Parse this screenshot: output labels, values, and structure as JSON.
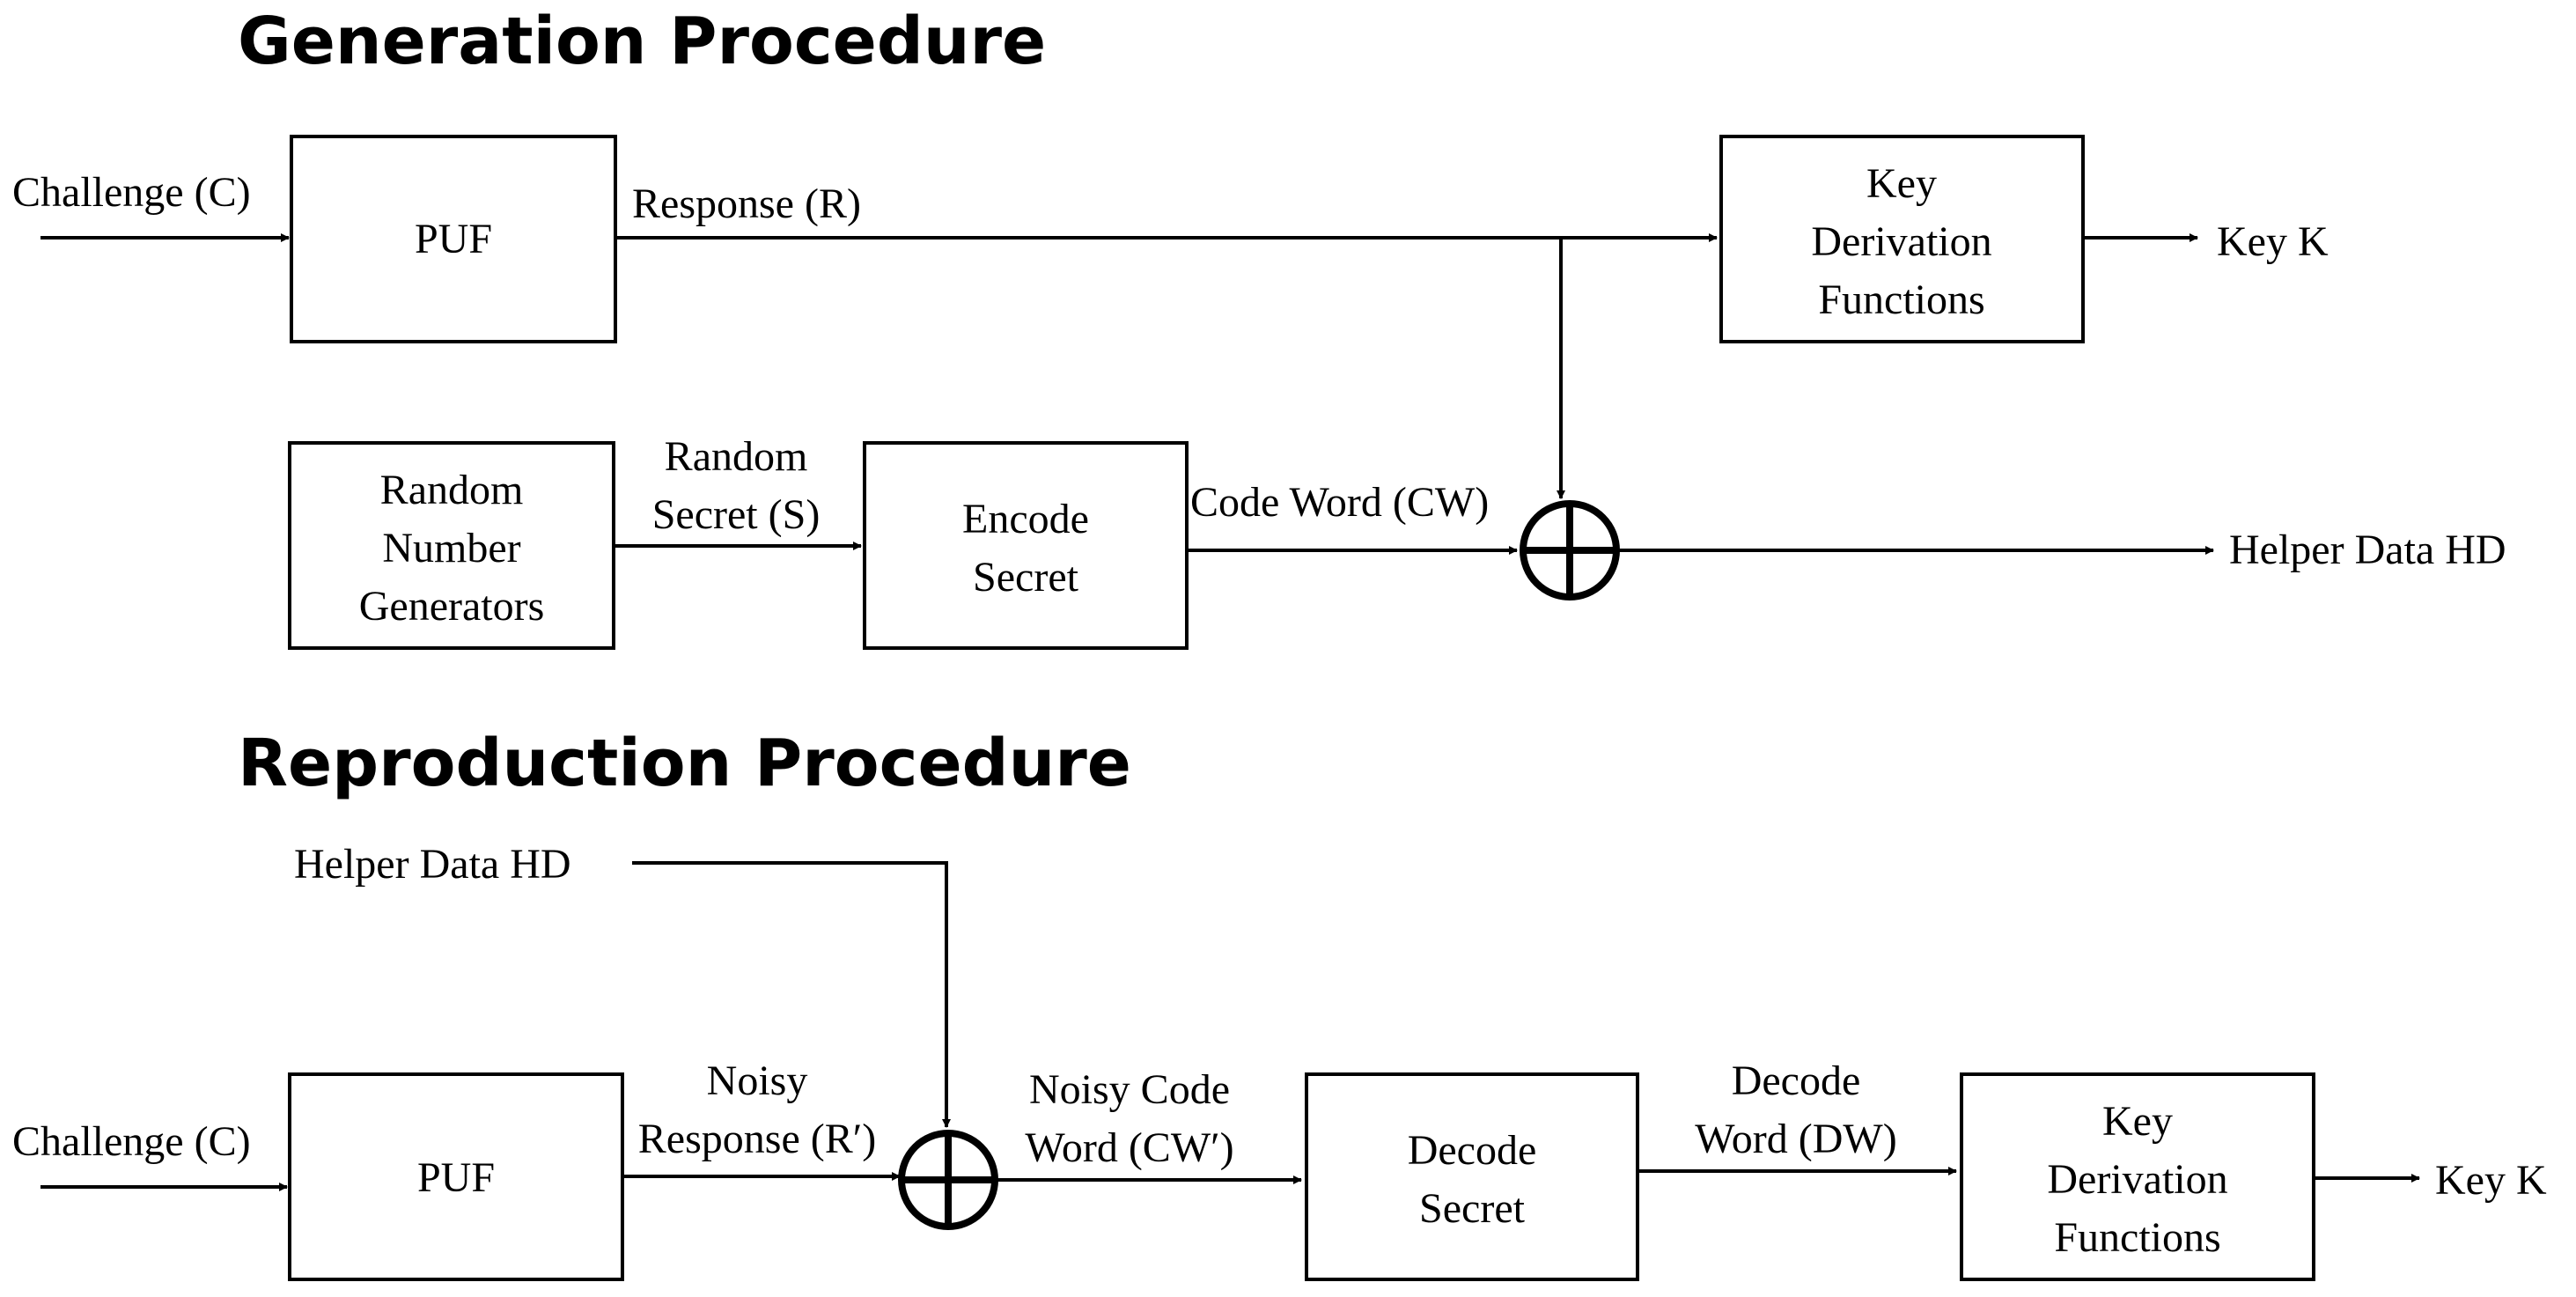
{
  "generation": {
    "title": "Generation Procedure",
    "challenge_label": "Challenge (C)",
    "puf_label": "PUF",
    "response_label": "Response (R)",
    "kdf_lines": [
      "Key",
      "Derivation",
      "Functions"
    ],
    "key_label": "Key K",
    "rng_lines": [
      "Random",
      "Number",
      "Generators"
    ],
    "random_secret_lines": [
      "Random",
      "Secret (S)"
    ],
    "encode_lines": [
      "Encode",
      "Secret"
    ],
    "code_word_label": "Code Word (CW)",
    "helper_data_label": "Helper Data  HD"
  },
  "reproduction": {
    "title": "Reproduction Procedure",
    "helper_data_label": "Helper Data HD",
    "challenge_label": "Challenge (C)",
    "puf_label": "PUF",
    "noisy_response_lines": [
      "Noisy",
      "Response (R′)"
    ],
    "noisy_code_word_lines": [
      "Noisy Code",
      "Word (CW′)"
    ],
    "decode_lines": [
      "Decode",
      "Secret"
    ],
    "decode_word_lines": [
      "Decode",
      "Word (DW)"
    ],
    "kdf_lines": [
      "Key",
      "Derivation",
      "Functions"
    ],
    "key_label": "Key K"
  }
}
